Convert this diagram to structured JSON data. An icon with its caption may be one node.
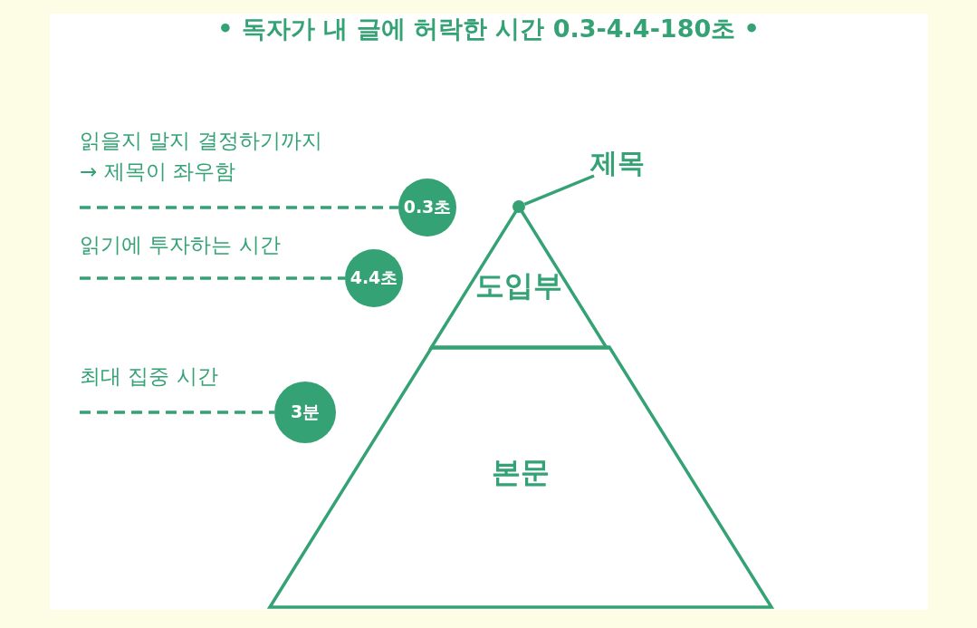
{
  "diagram": {
    "title": "• 독자가 내 글에 허락한 시간 0.3-4.4-180초 •",
    "nodes": [
      {
        "text": [
          "0.3초"
        ],
        "beside": [
          "읽을지 말지 결정하기까지 → 제목이 좌우함"
        ]
      },
      {
        "text": [
          "제목"
        ]
      },
      {
        "text": [],
        "shape": "circle"
      },
      {
        "text": [
          "4.4초"
        ],
        "beside": [
          "읽기에 투자하는 시간"
        ]
      },
      {
        "text": [
          "도입부"
        ]
      },
      {
        "text": [
          "3분"
        ],
        "beside": [
          "최대 집중 시간"
        ]
      },
      {
        "text": [
          "본문"
        ]
      }
    ],
    "edges": [
      {
        "from": null,
        "to": 0,
        "arrow": "none",
        "style": "dashed"
      },
      {
        "from": 1,
        "to": 2,
        "arrow": "none"
      },
      {
        "from": null,
        "to": 3,
        "arrow": "none",
        "style": "dashed"
      },
      {
        "from": null,
        "to": 5,
        "arrow": "none",
        "style": "dashed"
      }
    ]
  }
}
